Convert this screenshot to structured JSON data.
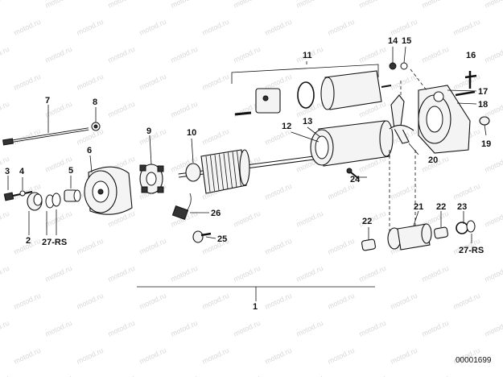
{
  "watermark": "motod.ru",
  "document_number": "00001699",
  "callouts": {
    "c1": "1",
    "c2": "2",
    "c3": "3",
    "c4": "4",
    "c5": "5",
    "c6": "6",
    "c7": "7",
    "c8": "8",
    "c9": "9",
    "c10": "10",
    "c11": "11",
    "c12": "12",
    "c13": "13",
    "c14": "14",
    "c15": "15",
    "c16": "16",
    "c17": "17",
    "c18": "18",
    "c19": "19",
    "c20": "20",
    "c21": "21",
    "c22a": "22",
    "c22b": "22",
    "c23": "23",
    "c24": "24",
    "c25": "25",
    "c26": "26",
    "c27a": "27-RS",
    "c27b": "27-RS"
  }
}
